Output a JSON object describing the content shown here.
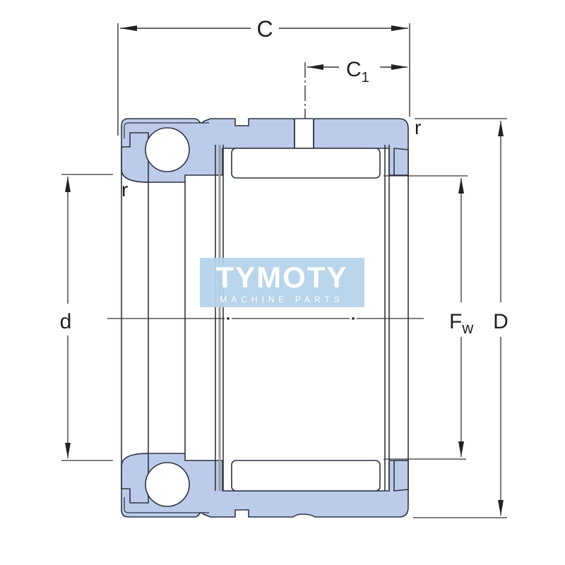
{
  "diagram": {
    "title": "Needle roller / ball bearing cross-section",
    "colors": {
      "section_fill": "#bccbea",
      "outline": "#2d3440",
      "dim_line": "#333333",
      "watermark_bg": "#b4d3ea",
      "watermark_text": "#ffffff"
    },
    "dimensions": {
      "C": "C",
      "C1_main": "C",
      "C1_sub": "1",
      "d": "d",
      "Fw_main": "F",
      "Fw_sub": "w",
      "D": "D",
      "r_top_right": "r",
      "r_left": "r"
    },
    "watermark": {
      "title": "TYMOTY",
      "subtitle": "MACHINE PARTS"
    }
  }
}
